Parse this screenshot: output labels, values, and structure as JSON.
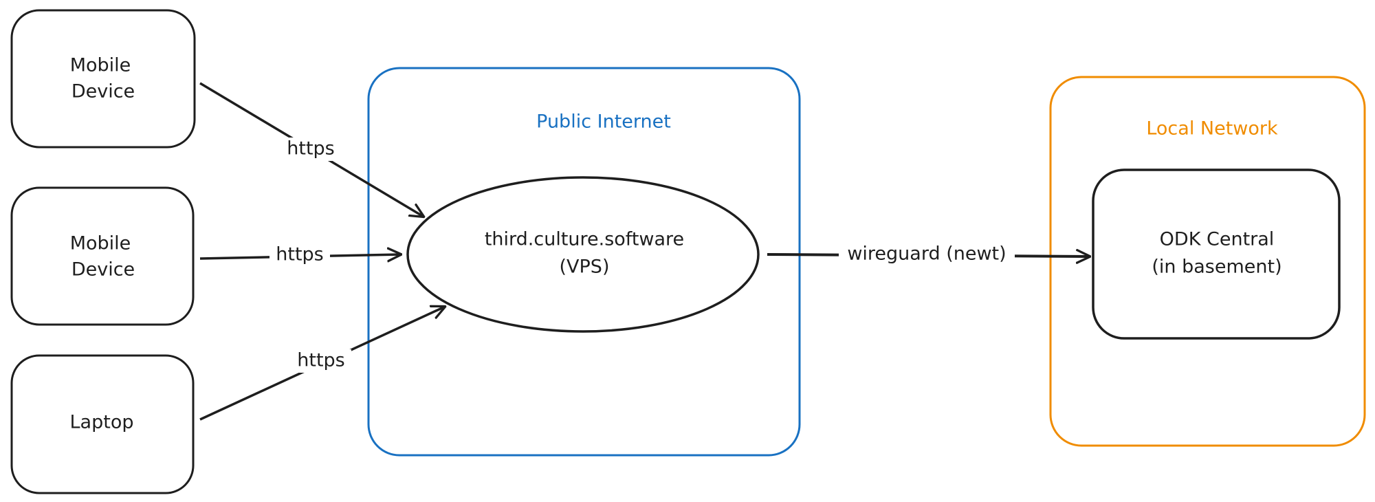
{
  "colors": {
    "stroke": "#1e1e1e",
    "public_internet": "#1971c2",
    "local_network": "#f08c00"
  },
  "clients": [
    {
      "line1": "Mobile",
      "line2": "Device"
    },
    {
      "line1": "Mobile",
      "line2": "Device"
    },
    {
      "line1": "Laptop"
    }
  ],
  "public_internet": {
    "title": "Public Internet",
    "vps": {
      "line1": "third.culture.software",
      "line2": "(VPS)"
    }
  },
  "local_network": {
    "title": "Local Network",
    "odk": {
      "line1": "ODK Central",
      "line2": "(in basement)"
    }
  },
  "edges": [
    {
      "label": "https"
    },
    {
      "label": "https"
    },
    {
      "label": "https"
    },
    {
      "label": "wireguard (newt)"
    }
  ]
}
